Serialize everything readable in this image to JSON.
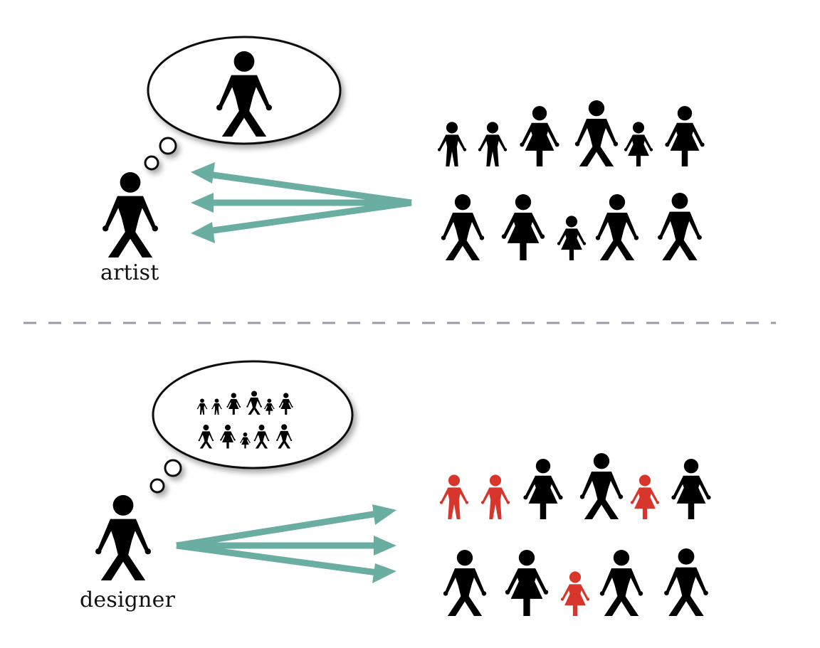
{
  "colors": {
    "figure": "#000000",
    "highlight": "#d8362c",
    "arrow": "#6aaea2",
    "divider": "#9a9aa8",
    "bubble_stroke": "#111111"
  },
  "top_panel": {
    "label": "artist",
    "thought": "single person",
    "arrow_direction": "inward",
    "crowd": [
      {
        "type": "boy",
        "highlighted": false
      },
      {
        "type": "boy",
        "highlighted": false
      },
      {
        "type": "woman",
        "highlighted": false
      },
      {
        "type": "man",
        "highlighted": false
      },
      {
        "type": "girl",
        "highlighted": false
      },
      {
        "type": "woman",
        "highlighted": false
      },
      {
        "type": "man",
        "highlighted": false
      },
      {
        "type": "woman",
        "highlighted": false
      },
      {
        "type": "girl",
        "highlighted": false
      },
      {
        "type": "man",
        "highlighted": false
      },
      {
        "type": "man",
        "highlighted": false
      }
    ]
  },
  "bottom_panel": {
    "label": "designer",
    "thought": "group of people",
    "arrow_direction": "outward",
    "crowd": [
      {
        "type": "boy",
        "highlighted": true
      },
      {
        "type": "boy",
        "highlighted": true
      },
      {
        "type": "woman",
        "highlighted": false
      },
      {
        "type": "man",
        "highlighted": false
      },
      {
        "type": "girl",
        "highlighted": true
      },
      {
        "type": "woman",
        "highlighted": false
      },
      {
        "type": "man",
        "highlighted": false
      },
      {
        "type": "woman",
        "highlighted": false
      },
      {
        "type": "girl",
        "highlighted": true
      },
      {
        "type": "man",
        "highlighted": false
      },
      {
        "type": "man",
        "highlighted": false
      }
    ]
  }
}
